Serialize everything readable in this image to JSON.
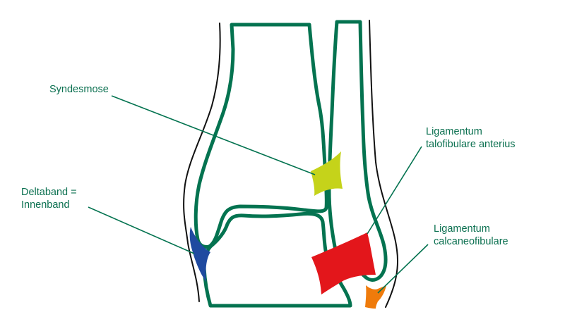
{
  "diagram": {
    "subject": "Ankle joint ligaments (frontal view)",
    "colors": {
      "bone_outline": "#047350",
      "skin_outline": "#111111",
      "label_text": "#0b7050",
      "syndesmose": "#c5d31a",
      "deltaband": "#1f4aa0",
      "lig_talofibulare_anterius": "#e3161b",
      "lig_calcaneofibulare": "#ef7b0b"
    },
    "labels": {
      "syndesmose": {
        "line1": "Syndesmose"
      },
      "deltaband": {
        "line1": "Deltaband =",
        "line2": "Innenband"
      },
      "talofibulare": {
        "line1": "Ligamentum",
        "line2": "talofibulare anterius"
      },
      "calcaneofibulare": {
        "line1": "Ligamentum",
        "line2": "calcaneofibulare"
      }
    }
  }
}
